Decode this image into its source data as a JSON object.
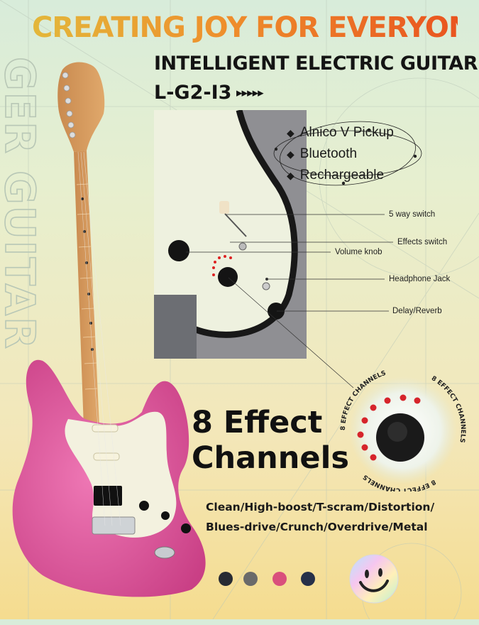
{
  "headline": "CREATING JOY FOR EVERYONE",
  "subtitle": "INTELLIGENT ELECTRIC GUITAR",
  "model": "L-G2-I3",
  "model_arrows": "▸▸▸▸▸",
  "background_word": "GER GUITAR",
  "features": [
    "Alnico V Pickup",
    "Bluetooth",
    "Rechargeable"
  ],
  "annotations": {
    "five_way_switch": "5 way switch",
    "effects_switch": "Effects switch",
    "volume_knob": "Volume knob",
    "headphone_jack": "Headphone Jack",
    "delay_reverb": "Delay/Reverb"
  },
  "headline_big": [
    "8 Effect",
    "Channels"
  ],
  "channel_ring_text": "8 EFFECT CHANNELS",
  "effects_list": [
    "Clean/High-boost/T-scram/Distortion/",
    "Blues-drive/Crunch/Overdrive/Metal"
  ],
  "color_options": [
    "#272b33",
    "#6a6a6a",
    "#d94f7c",
    "#263049"
  ],
  "colors": {
    "accent_orange": "#ee8f2c",
    "accent_red": "#e9541f",
    "body_pink": "#e0529a"
  }
}
